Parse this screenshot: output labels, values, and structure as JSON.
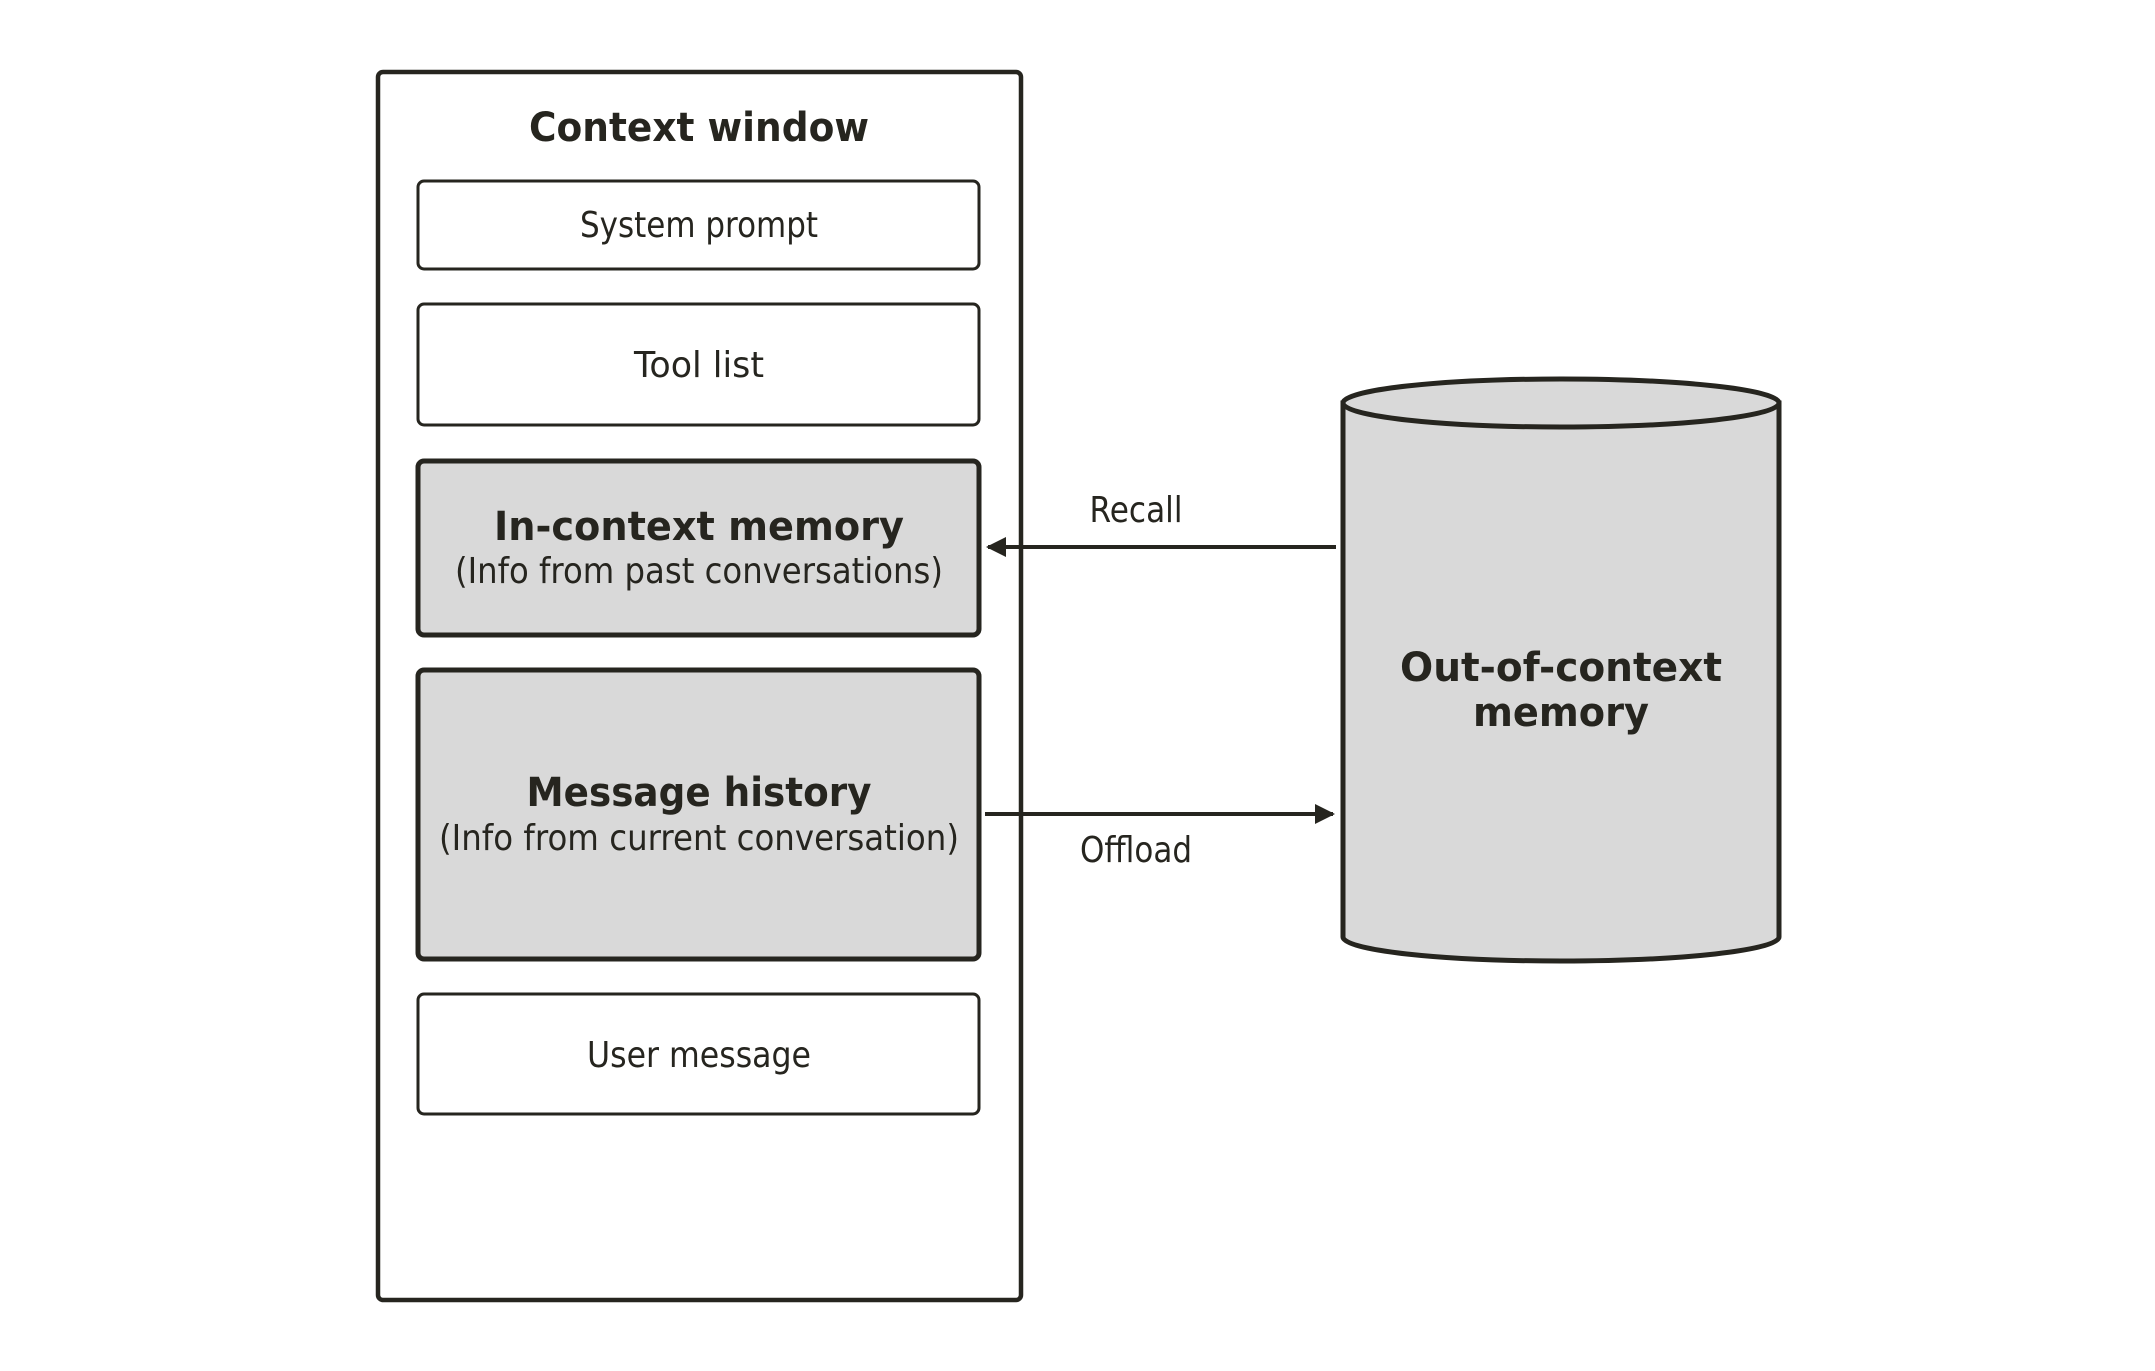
{
  "context_window": {
    "title": "Context window",
    "blocks": [
      {
        "label": "System prompt",
        "subtitle": null,
        "highlighted": false
      },
      {
        "label": "Tool list",
        "subtitle": null,
        "highlighted": false
      },
      {
        "label": "In-context memory",
        "subtitle": "(Info from past conversations)",
        "highlighted": true
      },
      {
        "label": "Message history",
        "subtitle": "(Info from current conversation)",
        "highlighted": true
      },
      {
        "label": "User message",
        "subtitle": null,
        "highlighted": false
      }
    ]
  },
  "store": {
    "label_line1": "Out-of-context",
    "label_line2": "memory",
    "icon": "database-cylinder-icon"
  },
  "arrows": {
    "recall": {
      "label": "Recall",
      "from": "Out-of-context memory",
      "to": "In-context memory"
    },
    "offload": {
      "label": "Offload",
      "from": "Message history",
      "to": "Out-of-context memory"
    }
  },
  "colors": {
    "stroke": "#26251f",
    "highlight_fill": "#d9d9d9",
    "background": "#ffffff"
  }
}
